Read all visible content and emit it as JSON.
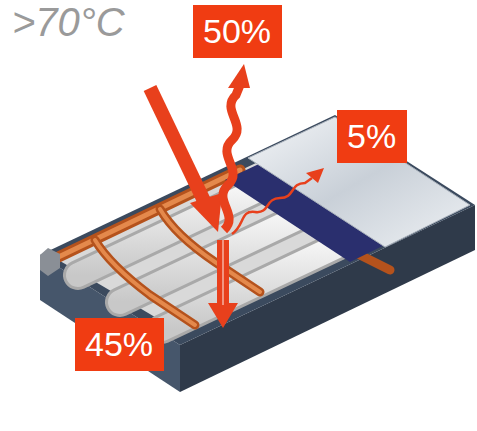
{
  "diagram": {
    "nodes": [
      {
        "text": [
          "50%"
        ]
      },
      {
        "text": [
          "5%"
        ]
      },
      {
        "text": [
          "45%"
        ]
      }
    ],
    "labels": [
      ">70°C"
    ]
  }
}
